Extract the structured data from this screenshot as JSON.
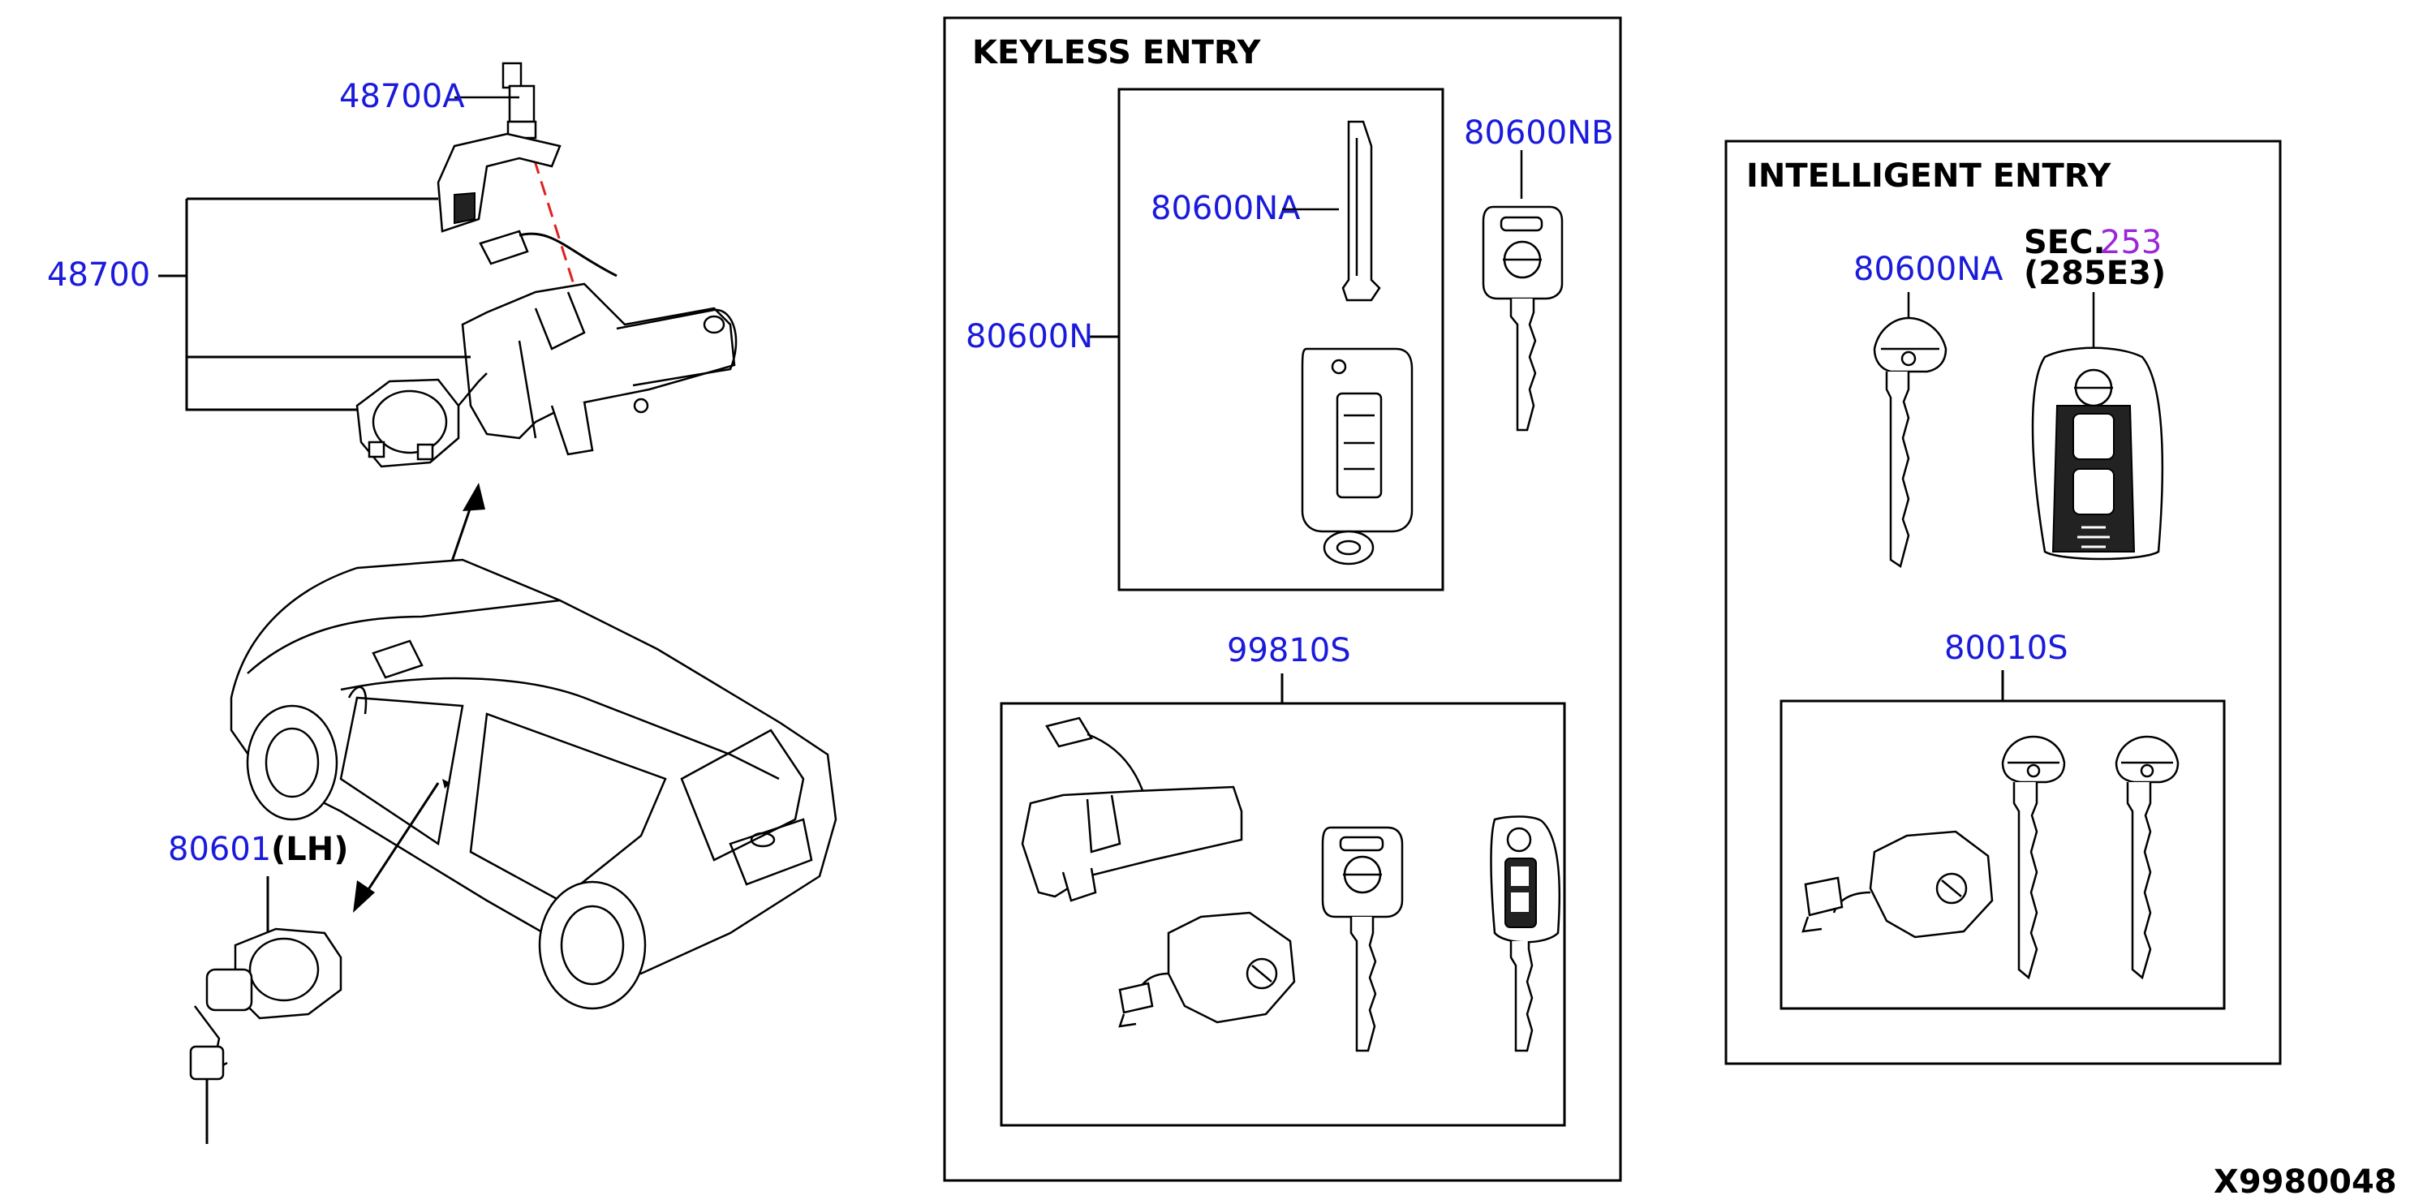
{
  "labels": {
    "p48700A": "48700A",
    "p48700": "48700",
    "p80601": "80601",
    "p80601_side": "(LH)",
    "keyless_entry": "KEYLESS ENTRY",
    "p80600NA_keyless": "80600NA",
    "p80600NB": "80600NB",
    "p80600N": "80600N",
    "p99810S": "99810S",
    "intelligent_entry": "INTELLIGENT ENTRY",
    "p80600NA_intelligent": "80600NA",
    "sec_prefix": "SEC.",
    "sec_number": "253",
    "sec_sub": "(285E3)",
    "p80010S": "80010S",
    "diagram_id": "X9980048"
  },
  "colors": {
    "part_number": "#1a1adc",
    "section_ref": "#9b27d8",
    "line": "#000000"
  }
}
